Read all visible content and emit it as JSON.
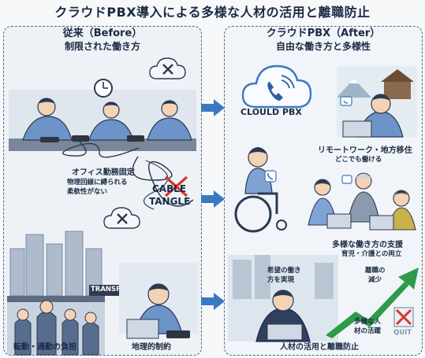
{
  "title": "クラウドPBX導入による多様な人材の活用と離職防止",
  "before": {
    "heading": "従来（Before）",
    "subheading": "制限された働き方",
    "office_label": "オフィス勤務固定",
    "office_desc_1": "物理回線に縛られる",
    "office_desc_2": "柔軟性がない",
    "cable_word_1": "CABLE",
    "cable_word_2": "TANGLE",
    "transfer_label": "TRANSFER",
    "commute_label": "転勤・通勤の負担",
    "geo_label": "地理的制約"
  },
  "after": {
    "heading": "クラウドPBX（After）",
    "subheading": "自由な働き方と多様性",
    "cloud_label": "CLOULD PBX",
    "remote_label": "リモートワーク・地方移住",
    "remote_desc": "どこでも働ける",
    "diverse_label": "多様な働き方の支援",
    "diverse_desc": "育児・介護との両立",
    "hope_1": "希望の働き",
    "hope_2": "方を実現",
    "retire_1": "離職の",
    "retire_2": "減少",
    "talent_1": "多様な人",
    "talent_2": "材の活躍",
    "quit_label": "QUIT",
    "footer_label": "人材の活用と離職防止"
  },
  "colors": {
    "accent_blue": "#3b78c2",
    "green": "#2f9a4a",
    "red": "#d23a2e",
    "dark": "#1b2a44"
  }
}
